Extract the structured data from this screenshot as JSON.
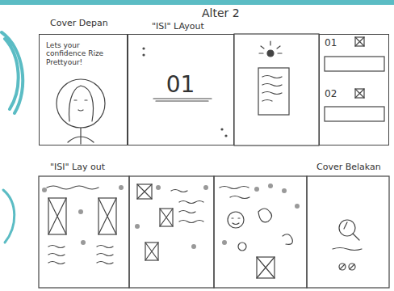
{
  "diagram": {
    "title": "Alter 2",
    "nodes": [
      {
        "text": [
          "Lets your confidence Rize Prettyour!"
        ]
      },
      {
        "text": [
          "01"
        ]
      },
      {
        "text": [
          "01",
          "02"
        ]
      }
    ],
    "labels": [
      "Cover Depan",
      "\"ISI\" LAyout",
      "\"ISI\" Lay out",
      "Cover Belakan"
    ]
  }
}
